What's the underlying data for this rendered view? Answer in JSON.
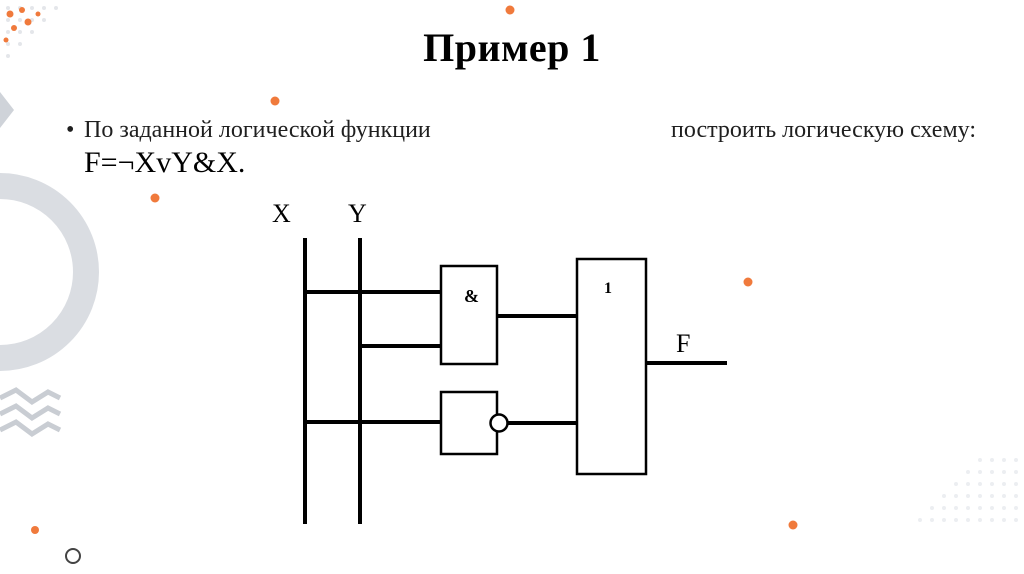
{
  "slide": {
    "title": "Пример 1",
    "bullet_marker": "•",
    "bullet_text_a": "По заданной логической функции",
    "bullet_text_b": "построить логическую схему:",
    "formula": "F=¬XvY&X."
  },
  "diagram": {
    "input_x_label": "X",
    "input_y_label": "Y",
    "and_gate_label": "&",
    "or_gate_label": "1",
    "output_label": "F"
  },
  "colors": {
    "accent_orange": "#f07a3c",
    "decor_gray": "#d8dbe0",
    "line": "#000000"
  }
}
